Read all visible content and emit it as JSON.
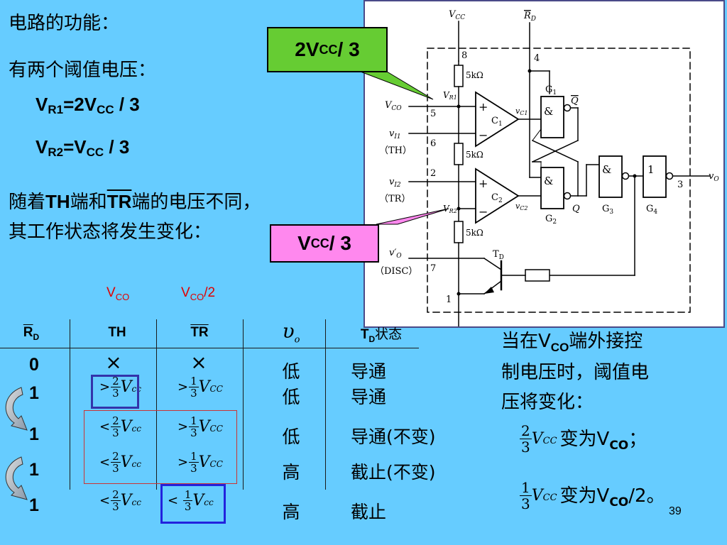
{
  "slide": {
    "heading": "电路的功能：",
    "thresholds_intro": "有两个阈值电压：",
    "vr1": {
      "v": "V",
      "sub1": "R1",
      "mid": "=2V",
      "sub2": "CC",
      "tail": " / 3"
    },
    "vr2": {
      "v": "V",
      "sub1": "R2",
      "mid": "=V",
      "sub2": "CC",
      "tail": " / 3"
    },
    "state_text_a": "随着",
    "state_th": "TH",
    "state_text_b": "端和",
    "state_tr": "TR",
    "state_text_c": "端的电压不同，",
    "state_line2": "其工作状态将发生变化：",
    "page_number": "39"
  },
  "callouts": {
    "upper": {
      "pre": "2V",
      "sub": "CC",
      "post": " / 3",
      "color": "#66cc33"
    },
    "lower": {
      "pre": "V",
      "sub": "CC",
      "post": " / 3",
      "color": "#ff88ee"
    }
  },
  "circuit": {
    "vcc_label": "V",
    "vcc_sub": "CC",
    "rd_label": "R",
    "rd_sub": "D",
    "pins": [
      "8",
      "4",
      "5",
      "6",
      "2",
      "7",
      "1",
      "3"
    ],
    "resistor_label": "5kΩ",
    "vco": "V",
    "vco_sub": "CO",
    "vi1": "v",
    "vi1_sub": "I1",
    "th": "（TH）",
    "vi2": "v",
    "vi2_sub": "I2",
    "tr": "（TR）",
    "vr1": "V",
    "vr1_sub": "R1",
    "vr2": "V",
    "vr2_sub": "R2",
    "c1": "C",
    "c1_sub": "1",
    "c2": "C",
    "c2_sub": "2",
    "vc1": "v",
    "vc1_sub": "C1",
    "vc2": "v",
    "vc2_sub": "C2",
    "g1": "G",
    "g1_sub": "1",
    "g2": "G",
    "g2_sub": "2",
    "g3": "G",
    "g3_sub": "3",
    "g4": "G",
    "g4_sub": "4",
    "and_sym": "&",
    "qbar": "Q",
    "q": "Q",
    "vo": "v",
    "vo_sub": "O",
    "vo_prime": "v′",
    "vo_prime_sub": "O",
    "disc": "（DISC）",
    "td": "T",
    "td_sub": "D",
    "plus": "+",
    "minus": "−"
  },
  "table": {
    "annot_vco": {
      "v": "V",
      "sub": "CO"
    },
    "annot_vco2": {
      "v": "V",
      "sub": "CO",
      "tail": "/2"
    },
    "headers": {
      "rd": {
        "v": "R",
        "sub": "D"
      },
      "th": "TH",
      "tr": "TR",
      "vo": "υ",
      "vo_sub": "o",
      "td": {
        "v": "T",
        "sub": "D",
        "tail": "状态"
      }
    },
    "rows": [
      {
        "rd": "0",
        "th_cmp": "×",
        "tr_cmp": "×",
        "vo": "低",
        "td": "导通"
      },
      {
        "rd": "1",
        "th_cmp": ">",
        "tr_cmp": ">",
        "vo": "低",
        "td": "导通"
      },
      {
        "rd": "1",
        "th_cmp": "<",
        "tr_cmp": ">",
        "vo": "低",
        "td": "导通(不变)"
      },
      {
        "rd": "1",
        "th_cmp": "<",
        "tr_cmp": ">",
        "vo": "高",
        "td": "截止(不变)"
      },
      {
        "rd": "1",
        "th_cmp": "<",
        "tr_cmp": "<",
        "vo": "高",
        "td": "截止"
      }
    ],
    "frac_two": {
      "num": "2",
      "den": "3"
    },
    "frac_one": {
      "num": "1",
      "den": "3"
    },
    "vcc_v": "V",
    "vcc_sub_small": "cc",
    "vcc_sub_caps": "CC"
  },
  "side_note": {
    "line1_a": "当在V",
    "line1_sub": "CO",
    "line1_b": "端外接控",
    "line2": "制电压时，阈值电",
    "line3": "压将变化：",
    "change1_num": "2",
    "change1_den": "3",
    "change1_v": "V",
    "change1_sub": "CC",
    "change1_text": "变为V",
    "change1_sub2": "CO",
    "change1_tail": "；",
    "change2_num": "1",
    "change2_den": "3",
    "change2_v": "V",
    "change2_sub": "CC",
    "change2_text": "变为V",
    "change2_sub2": "CO",
    "change2_tail": "/2。"
  }
}
